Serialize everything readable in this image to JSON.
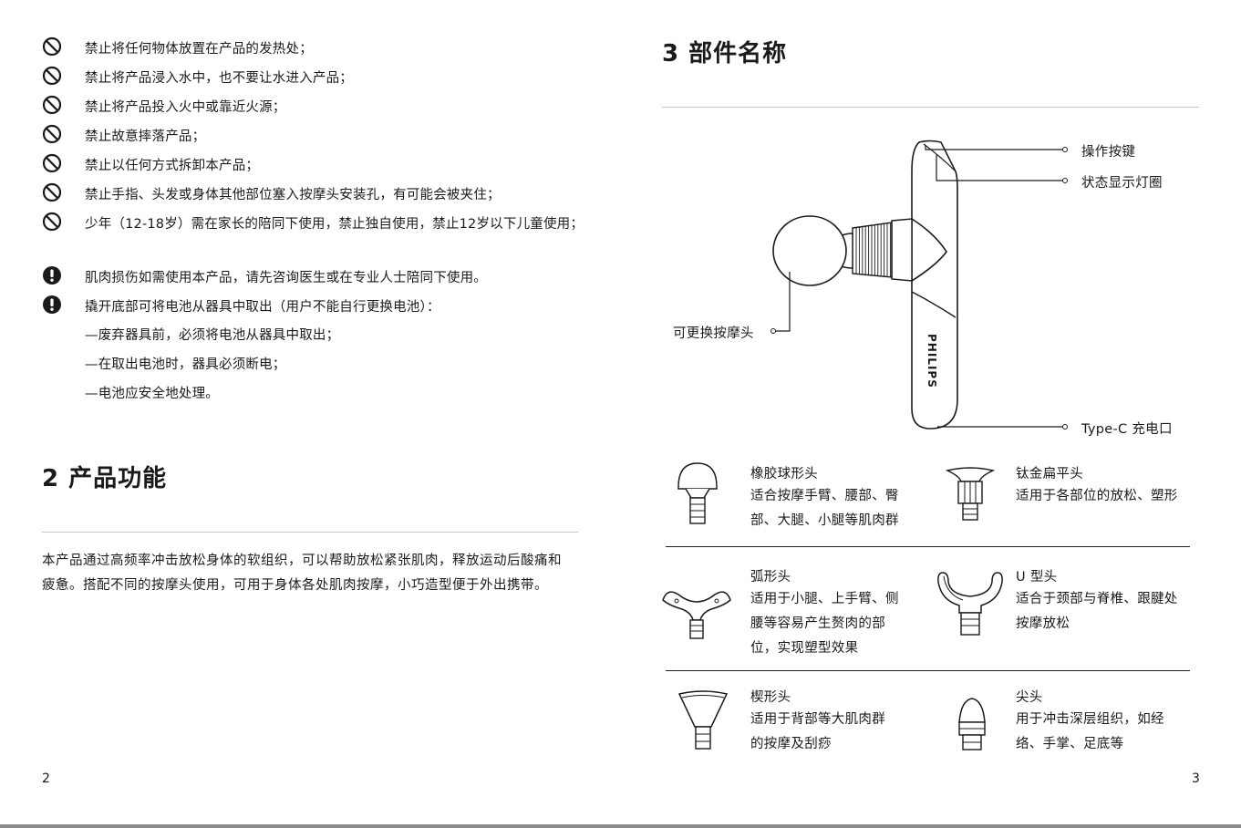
{
  "left_page": {
    "warnings": [
      {
        "icon": "prohibited-icon",
        "text": "禁止将任何物体放置在产品的发热处；"
      },
      {
        "icon": "prohibited-icon",
        "text": "禁止将产品浸入水中，也不要让水进入产品；"
      },
      {
        "icon": "prohibited-icon",
        "text": "禁止将产品投入火中或靠近火源；"
      },
      {
        "icon": "prohibited-icon",
        "text": "禁止故意摔落产品；"
      },
      {
        "icon": "prohibited-icon",
        "text": "禁止以任何方式拆卸本产品；"
      },
      {
        "icon": "prohibited-icon",
        "text": "禁止手指、头发或身体其他部位塞入按摩头安装孔，有可能会被夹住；"
      },
      {
        "icon": "prohibited-icon",
        "text": "少年（12-18岁）需在家长的陪同下使用，禁止独自使用，禁止12岁以下儿童使用；"
      },
      {
        "icon": "warning-icon",
        "text": "肌肉损伤如需使用本产品，请先咨询医生或在专业人士陪同下使用。"
      },
      {
        "icon": "warning-icon",
        "text": "撬开底部可将电池从器具中取出（用户不能自行更换电池）："
      }
    ],
    "battery_notes": [
      "—废弃器具前，必须将电池从器具中取出；",
      "—在取出电池时，器具必须断电；",
      "—电池应安全地处理。"
    ],
    "section_title": "2  产品功能",
    "body": "本产品通过高频率冲击放松身体的软组织，可以帮助放松紧张肌肉，释放运动后酸痛和疲惫。搭配不同的按摩头使用，可用于身体各处肌肉按摩，小巧造型便于外出携带。",
    "page_number": "2"
  },
  "right_page": {
    "section_title": "3  部件名称",
    "device": {
      "brand": "PHILIPS",
      "callouts": {
        "button": "操作按键",
        "ring": "状态显示灯圈",
        "head": "可更换按摩头",
        "port": "Type-C 充电口"
      }
    },
    "heads": [
      {
        "icon": "ball-head-icon",
        "name": "橡胶球形头",
        "desc": [
          "适合按摩手臂、腰部、臀",
          "部、大腿、小腿等肌肉群"
        ]
      },
      {
        "icon": "flat-head-icon",
        "name": "钛金扁平头",
        "desc": [
          "适用于各部位的放松、塑形"
        ]
      },
      {
        "icon": "arc-head-icon",
        "name": "弧形头",
        "desc": [
          "适用于小腿、上手臂、侧",
          "腰等容易产生赘肉的部",
          "位，实现塑型效果"
        ]
      },
      {
        "icon": "u-head-icon",
        "name": "U 型头",
        "desc": [
          "适合于颈部与脊椎、跟腱处",
          "按摩放松"
        ]
      },
      {
        "icon": "wedge-head-icon",
        "name": "楔形头",
        "desc": [
          "适用于背部等大肌肉群",
          "的按摩及刮痧"
        ]
      },
      {
        "icon": "bullet-head-icon",
        "name": "尖头",
        "desc": [
          "用于冲击深层组织，如经",
          "络、手掌、足底等"
        ]
      }
    ],
    "page_number": "3"
  }
}
